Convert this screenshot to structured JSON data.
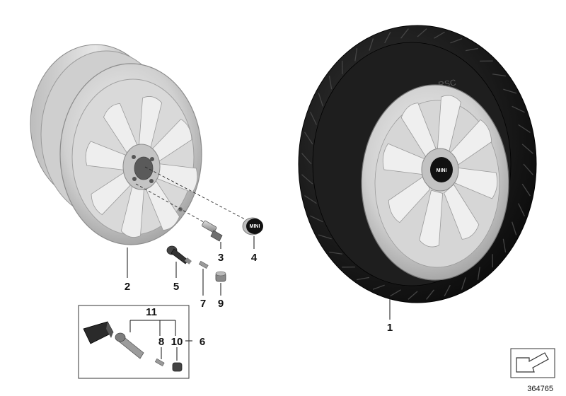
{
  "diagram": {
    "callouts": {
      "c1": "1",
      "c2": "2",
      "c3": "3",
      "c4": "4",
      "c5": "5",
      "c6": "6",
      "c7": "7",
      "c8": "8",
      "c9": "9",
      "c10": "10",
      "c11": "11"
    },
    "tire_marking": "RSC",
    "cap_logo": "MINI",
    "hub_logo": "MINI",
    "part_number": "364765"
  }
}
